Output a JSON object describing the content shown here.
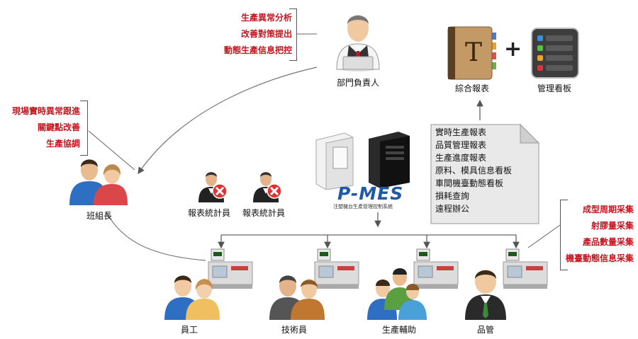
{
  "manager": {
    "label": "部門負責人",
    "notes": [
      "生產異常分析",
      "改善對策提出",
      "動態生產信息把控"
    ]
  },
  "team_leader": {
    "label": "班組長",
    "notes": [
      "現場實時異常跟進",
      "關鍵點改善",
      "生產協調"
    ]
  },
  "report_clerks": [
    {
      "label": "報表統計員"
    },
    {
      "label": "報表統計員"
    }
  ],
  "system": {
    "name": "P-MES",
    "subtitle": "注塑機台生產管理控制系統"
  },
  "reports_doc": {
    "items": [
      "實時生產報表",
      "品質管理報表",
      "生產進度報表",
      "原料、模具信息看板",
      "車間機臺動態看板",
      "損耗查詢",
      "遠程辦公"
    ]
  },
  "outputs": {
    "report": "綜合報表",
    "plus": "+",
    "board": "管理看板",
    "book_letter": "T"
  },
  "collection": {
    "items": [
      "成型周期采集",
      "射膠量采集",
      "產品數量采集",
      "機臺動態信息采集"
    ]
  },
  "workers": [
    {
      "label": "員工"
    },
    {
      "label": "技術員"
    },
    {
      "label": "生產輔助"
    },
    {
      "label": "品管"
    }
  ],
  "colors": {
    "accent_red": "#c8141e",
    "pmes_blue": "#1e5aa8",
    "server_dark": "#1a1a1a",
    "server_light": "#eeeeee"
  }
}
